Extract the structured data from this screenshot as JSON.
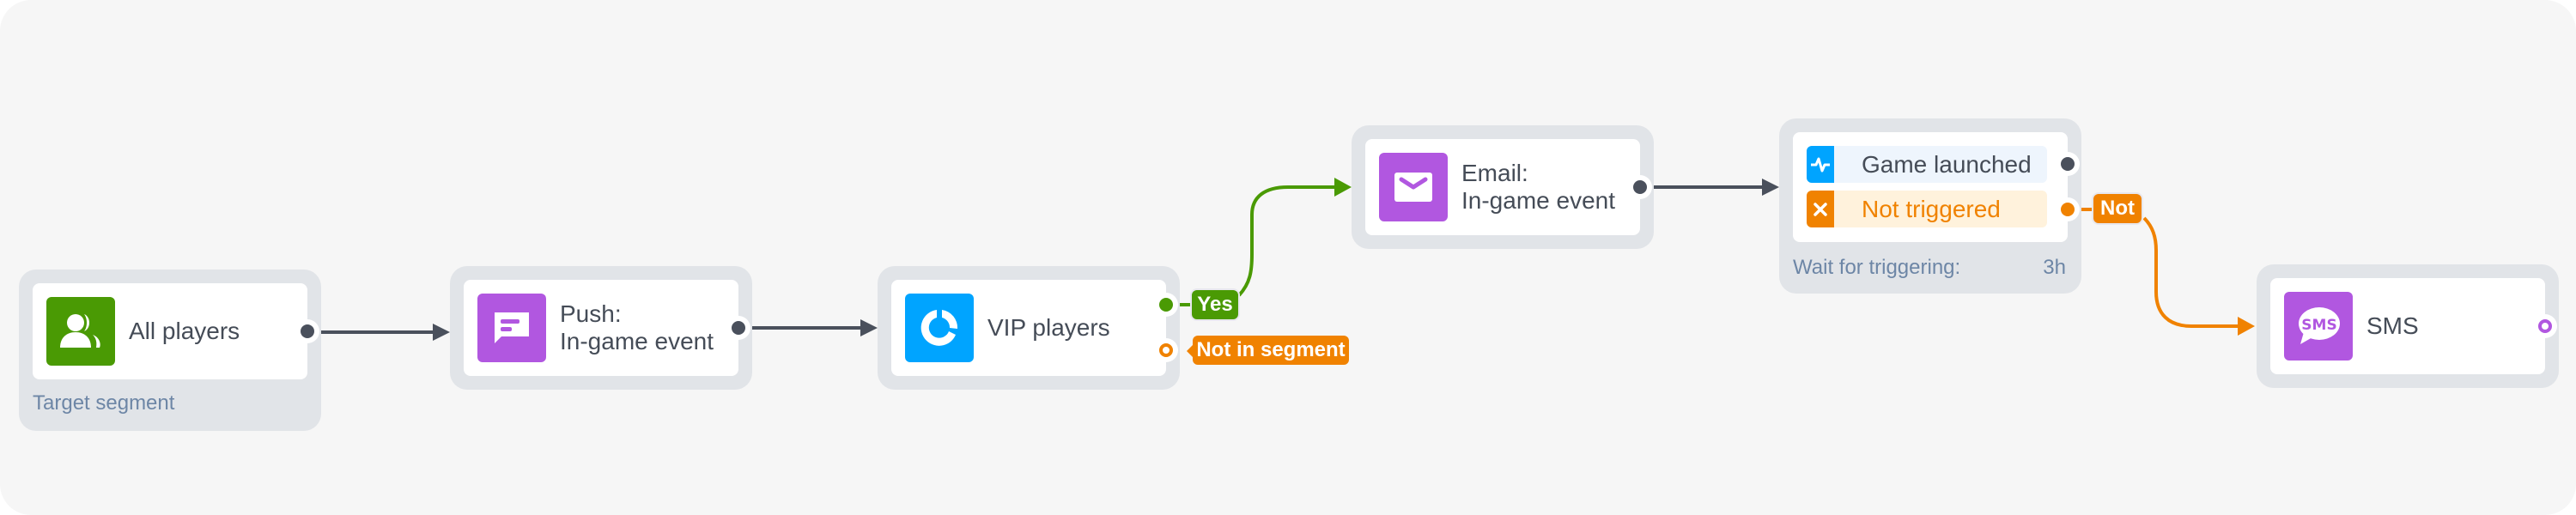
{
  "colors": {
    "canvas": "#f6f6f6",
    "node_frame": "#e1e4e8",
    "text": "#454c57",
    "muted": "#6d86a6",
    "green": "#4a9a04",
    "orange": "#f08200",
    "purple": "#b157e0",
    "blue": "#00a4ff",
    "connector": "#4a505c"
  },
  "nodes": {
    "target_segment": {
      "icon": "users-icon",
      "label": "All players",
      "footer": "Target segment"
    },
    "push": {
      "icon": "push-message-icon",
      "label_line1": "Push:",
      "label_line2": "In-game event"
    },
    "vip_segment": {
      "icon": "segment-pie-icon",
      "label": "VIP players",
      "branch_yes": "Yes",
      "branch_no": "Not in segment"
    },
    "email": {
      "icon": "envelope-icon",
      "label_line1": "Email:",
      "label_line2": "In-game event"
    },
    "wait_event": {
      "rows": [
        {
          "icon": "activity-pulse-icon",
          "label": "Game launched"
        },
        {
          "icon": "close-x-icon",
          "label": "Not triggered"
        }
      ],
      "footer_label": "Wait for triggering:",
      "footer_value": "3h",
      "branch_not": "Not"
    },
    "sms": {
      "icon": "sms-bubble-icon",
      "icon_text": "SMS",
      "label": "SMS"
    }
  }
}
